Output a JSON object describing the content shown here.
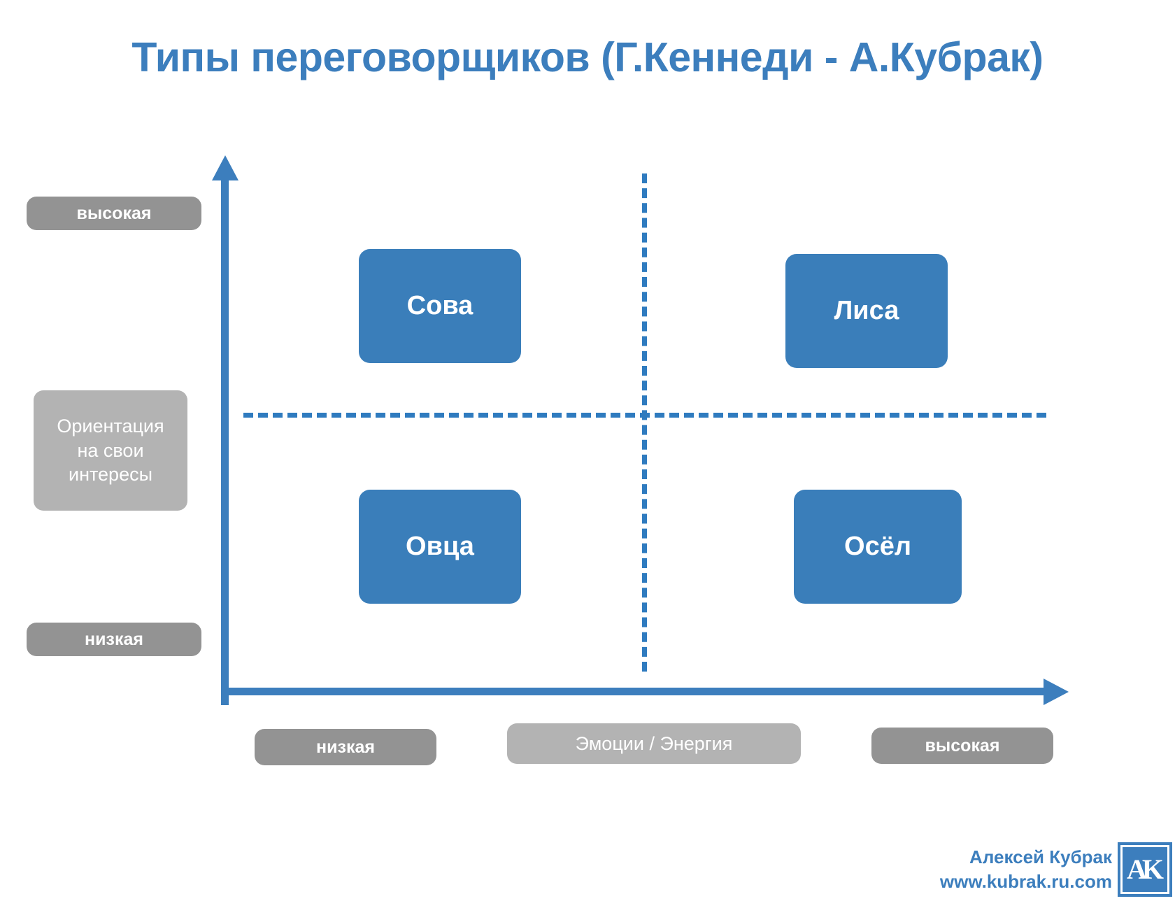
{
  "slide": {
    "title": "Типы переговорщиков (Г.Кеннеди - А.Кубрак)",
    "background_color": "#ffffff",
    "accent_color": "#3c7ebd",
    "card_color": "#3a7eba",
    "pill_dark_color": "#939393",
    "pill_light_color": "#b3b3b3"
  },
  "y_axis": {
    "title": "Ориентация\nна свои\nинтересы",
    "title_line1": "Ориентация",
    "title_line2": "на свои",
    "title_line3": "интересы",
    "high_label": "высокая",
    "low_label": "низкая"
  },
  "x_axis": {
    "title": "Эмоции / Энергия",
    "low_label": "низкая",
    "high_label": "высокая"
  },
  "quadrants": [
    {
      "name": "owl",
      "label": "Сова",
      "x": "low",
      "y": "high"
    },
    {
      "name": "fox",
      "label": "Лиса",
      "x": "high",
      "y": "high"
    },
    {
      "name": "sheep",
      "label": "Овца",
      "x": "low",
      "y": "low"
    },
    {
      "name": "donkey",
      "label": "Осёл",
      "x": "high",
      "y": "low"
    }
  ],
  "footer": {
    "author": "Алексей Кубрак",
    "website": "www.kubrak.ru.com",
    "logo_text": "AK",
    "logo_icon": "ak-monogram-logo"
  },
  "chart_data": {
    "type": "scatter",
    "title": "Типы переговорщиков (Г.Кеннеди - А.Кубрак)",
    "xlabel": "Эмоции / Энергия",
    "ylabel": "Ориентация на свои интересы",
    "xlim": [
      "низкая",
      "высокая"
    ],
    "ylim": [
      "низкая",
      "высокая"
    ],
    "grid": false,
    "legend": "none",
    "annotations": [
      "Сова",
      "Лиса",
      "Овца",
      "Осёл"
    ],
    "points": [
      {
        "label": "Сова",
        "x": 0.25,
        "y": 0.75
      },
      {
        "label": "Лиса",
        "x": 0.78,
        "y": 0.75
      },
      {
        "label": "Овца",
        "x": 0.25,
        "y": 0.28
      },
      {
        "label": "Осёл",
        "x": 0.8,
        "y": 0.28
      }
    ]
  }
}
